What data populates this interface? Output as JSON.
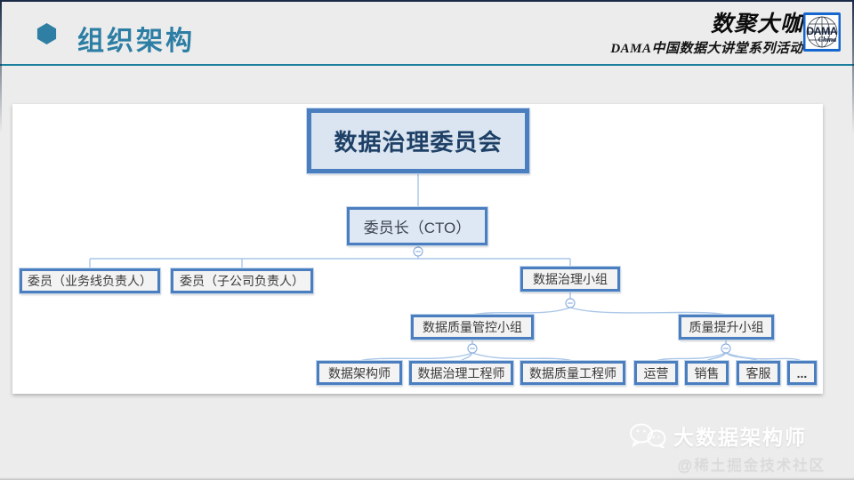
{
  "slide": {
    "title": "组织架构"
  },
  "brand": {
    "name": "数聚大咖",
    "subtitle": "DAMA中国数据大讲堂系列活动",
    "logo": {
      "line1": "DAMA",
      "line2": "China"
    }
  },
  "org_chart": {
    "root": {
      "label": "数据治理委员会"
    },
    "chair": {
      "label": "委员长（CTO）"
    },
    "members": [
      {
        "label": "委员（业务线负责人）"
      },
      {
        "label": "委员（子公司负责人）"
      }
    ],
    "gov_group": {
      "label": "数据治理小组"
    },
    "qc_group": {
      "label": "数据质量管控小组"
    },
    "qi_group": {
      "label": "质量提升小组"
    },
    "qc_children": [
      {
        "label": "数据架构师"
      },
      {
        "label": "数据治理工程师"
      },
      {
        "label": "数据质量工程师"
      }
    ],
    "qi_children": [
      {
        "label": "运营"
      },
      {
        "label": "销售"
      },
      {
        "label": "客服"
      },
      {
        "label": "..."
      }
    ]
  },
  "watermark": {
    "name": "大数据架构师",
    "community": "@稀土掘金技术社区"
  },
  "colors": {
    "title_teal": "#2D7EA4",
    "divider_teal": "#1A7E9D",
    "node_border_blue": "#4A7EBF",
    "node_fill_blue": "#DBE5F1",
    "node_fill_gray": "#F3F3F3",
    "root_text_navy": "#1E4066",
    "connector_blue": "#A9C6E8",
    "logo_blue": "#1566CE",
    "background_gray": "#ECECEC"
  }
}
